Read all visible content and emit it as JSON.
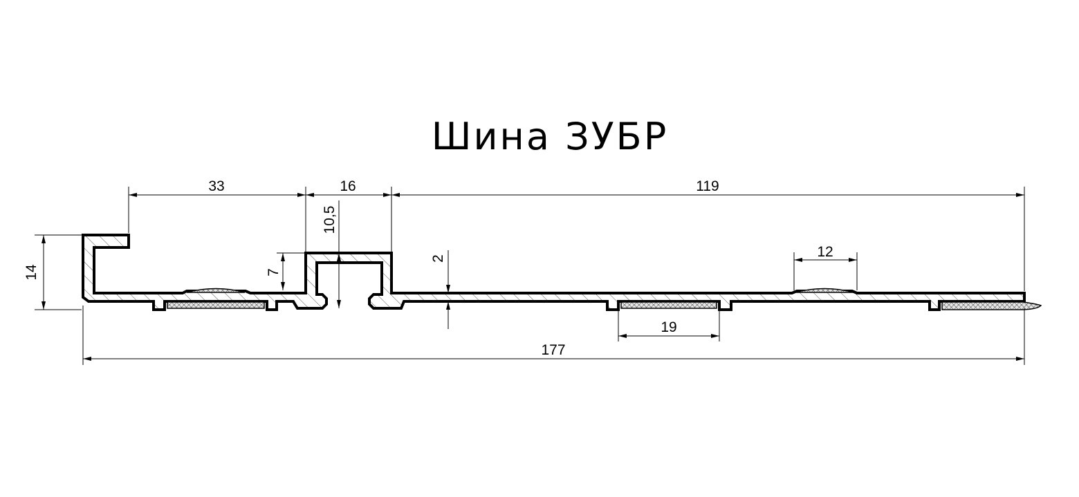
{
  "title": "Шина ЗУБР",
  "dimensions": {
    "d33": "33",
    "d16": "16",
    "d119": "119",
    "d14": "14",
    "d10_5": "10,5",
    "d7": "7",
    "d2": "2",
    "d12": "12",
    "d19": "19",
    "d177": "177"
  }
}
